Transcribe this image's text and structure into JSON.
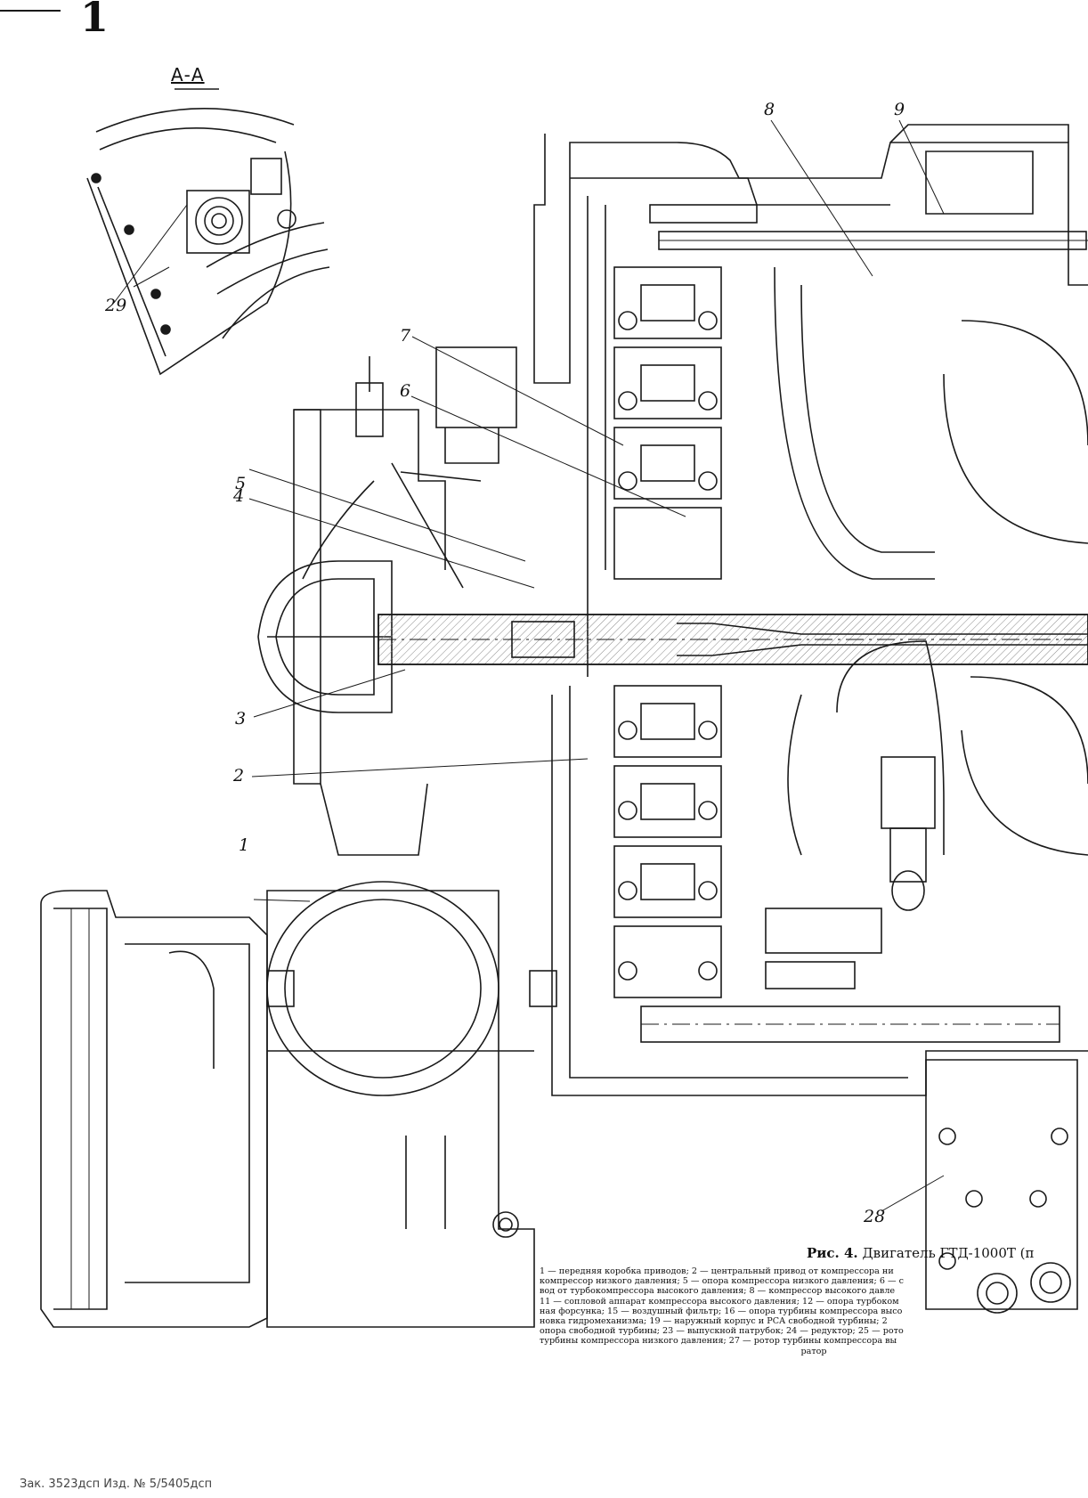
{
  "page_number": "1",
  "section_label": "А-А",
  "callouts": {
    "n1": "1",
    "n2": "2",
    "n3": "3",
    "n4": "4",
    "n5": "5",
    "n6": "6",
    "n7": "7",
    "n8": "8",
    "n9": "9",
    "n28": "28",
    "n29": "29"
  },
  "caption": {
    "prefix": "Рис. 4.",
    "title": "Двигатель ГТД-1000Т (п"
  },
  "legend_lines": [
    "1 — передняя коробка приводов; 2 — центральный привод от компрессора ни",
    "компрессор низкого давления; 5 — опора компрессора низкого давления; 6 — с",
    "вод от турбокомпрессора высокого давления; 8 — компрессор высокого давле",
    "11 — сопловой аппарат компрессора высокого давления; 12 — опора турбоком",
    "ная форсунка; 15 — воздушный фильтр; 16 — опора турбины компрессора высо",
    "новка гидромеханизма; 19 — наружный корпус и РСА свободной турбины; 2",
    "опора свободной турбины; 23 — выпускной патрубок; 24 — редуктор; 25 — рото",
    "турбины компрессора низкого давления; 27 — ротор турбины компрессора вы",
    "ратор"
  ],
  "footer": "Зак. 3523дсп   Изд. № 5/5405дсп"
}
